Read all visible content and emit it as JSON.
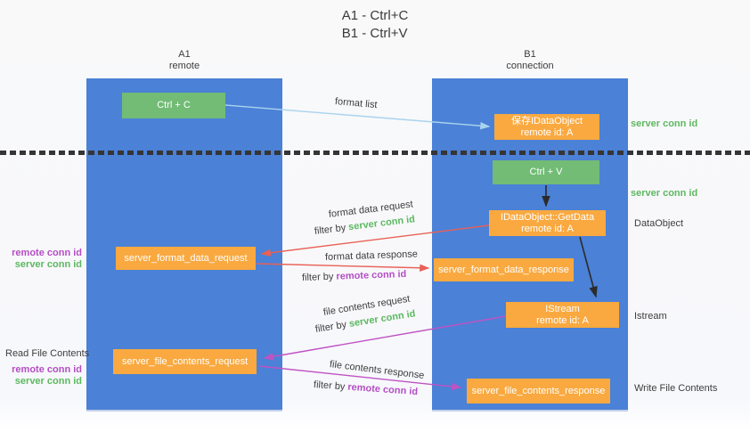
{
  "title": {
    "line1": "A1 - Ctrl+C",
    "line2": "B1 - Ctrl+V"
  },
  "lifelines": {
    "left": {
      "name": "A1",
      "role": "remote"
    },
    "right": {
      "name": "B1",
      "role": "connection"
    }
  },
  "nodes": {
    "ctrl_c": "Ctrl + C",
    "ctrl_v": "Ctrl + V",
    "save_idataobject": {
      "title": "保存IDataObject",
      "subtitle": "remote id: A"
    },
    "idataobject_getdata": {
      "title": "IDataObject::GetData",
      "subtitle": "remote id: A"
    },
    "istream": {
      "title": "IStream",
      "subtitle": "remote id: A"
    },
    "server_format_data_request": "server_format_data_request",
    "server_format_data_response": "server_format_data_response",
    "server_file_contents_request": "server_file_contents_request",
    "server_file_contents_response": "server_file_contents_response"
  },
  "flows": {
    "format_list": "format list",
    "format_data_request": "format data request",
    "format_data_response": "format data response",
    "file_contents_request": "file contents request",
    "file_contents_response": "file contents response",
    "filter_by": "filter by",
    "server_conn_id": "server conn id",
    "remote_conn_id": "remote conn id"
  },
  "annotations": {
    "server_conn_id": "server conn id",
    "remote_conn_id": "remote conn id",
    "dataobject": "DataObject",
    "istream": "Istream",
    "read_file_contents": "Read File Contents",
    "write_file_contents": "Write File Contents"
  },
  "colors": {
    "lifeline_blue": "#4b81d6",
    "node_green": "#72bc76",
    "node_orange": "#f9a940",
    "arrow_light_blue": "#a9d3ee",
    "arrow_red": "#e96056",
    "arrow_purple": "#bf53c4",
    "arrow_black": "#2b2b2b",
    "text_green": "#5cb860",
    "text_purple": "#b44ec4",
    "text_dark": "#3d3d3d"
  }
}
